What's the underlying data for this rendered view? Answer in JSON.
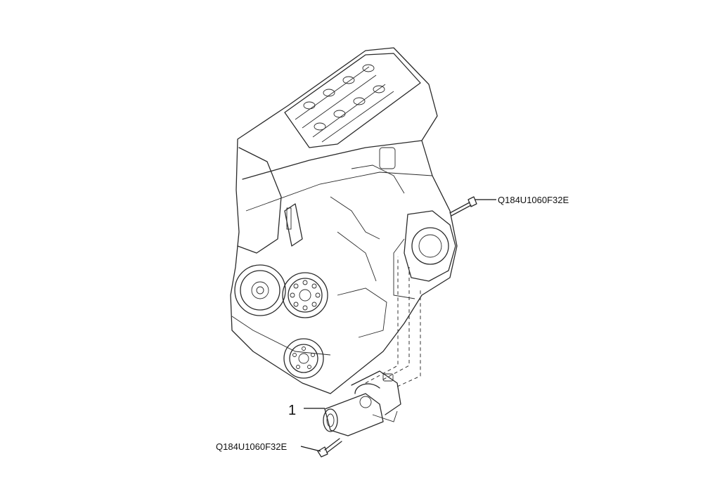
{
  "labels": {
    "callout_number": "1",
    "bolt_part_upper": "Q184U1060F32E",
    "bolt_part_lower": "Q184U1060F32E"
  }
}
